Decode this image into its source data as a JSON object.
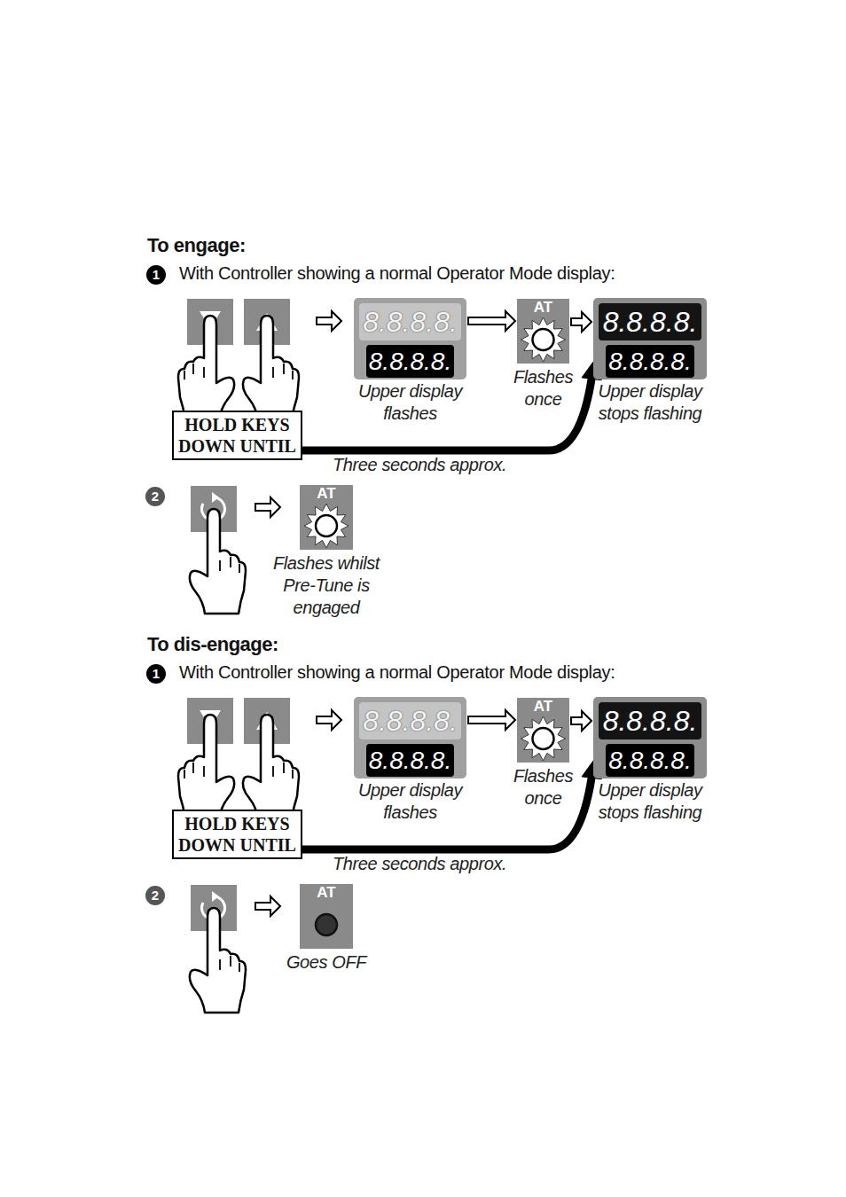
{
  "diagram": {
    "nodes": [
      {
        "text": [
          "HOLD KEYS DOWN UNTIL"
        ]
      },
      {
        "text": [
          "8.8.8.8.",
          "8.8.8.8.",
          "Upper display flashes"
        ]
      },
      {
        "text": [
          "AT",
          "Flashes once"
        ]
      },
      {
        "text": [
          "8.8.8.8.",
          "8.8.8.8.",
          "Upper display stops flashing"
        ]
      },
      {
        "text": [
          "AT",
          "Flashes whilst Pre-Tune is engaged"
        ]
      },
      {
        "text": [
          "HOLD KEYS DOWN UNTIL"
        ]
      },
      {
        "text": [
          "8.8.8.8.",
          "8.8.8.8.",
          "Upper display flashes"
        ]
      },
      {
        "text": [
          "AT",
          "Flashes once"
        ]
      },
      {
        "text": [
          "8.8.8.8.",
          "8.8.8.8.",
          "Upper display stops flashing"
        ]
      },
      {
        "text": [
          "AT",
          "Goes OFF"
        ]
      }
    ],
    "edges": [
      {
        "from": 1,
        "to": 2,
        "arrow": "to"
      },
      {
        "from": 2,
        "to": 3,
        "arrow": "to"
      },
      {
        "from": 0,
        "to": 3,
        "label": "Three seconds approx.",
        "arrow": "to"
      },
      {
        "from": 6,
        "to": 7,
        "arrow": "to"
      },
      {
        "from": 7,
        "to": 8,
        "arrow": "to"
      },
      {
        "from": 5,
        "to": 8,
        "label": "Three seconds approx.",
        "arrow": "to"
      }
    ],
    "labels": [
      "To engage:",
      "1",
      "With Controller showing a normal Operator Mode display:",
      "2",
      "To dis-engage:",
      "1",
      "With Controller showing a normal Operator Mode display:",
      "2"
    ]
  }
}
